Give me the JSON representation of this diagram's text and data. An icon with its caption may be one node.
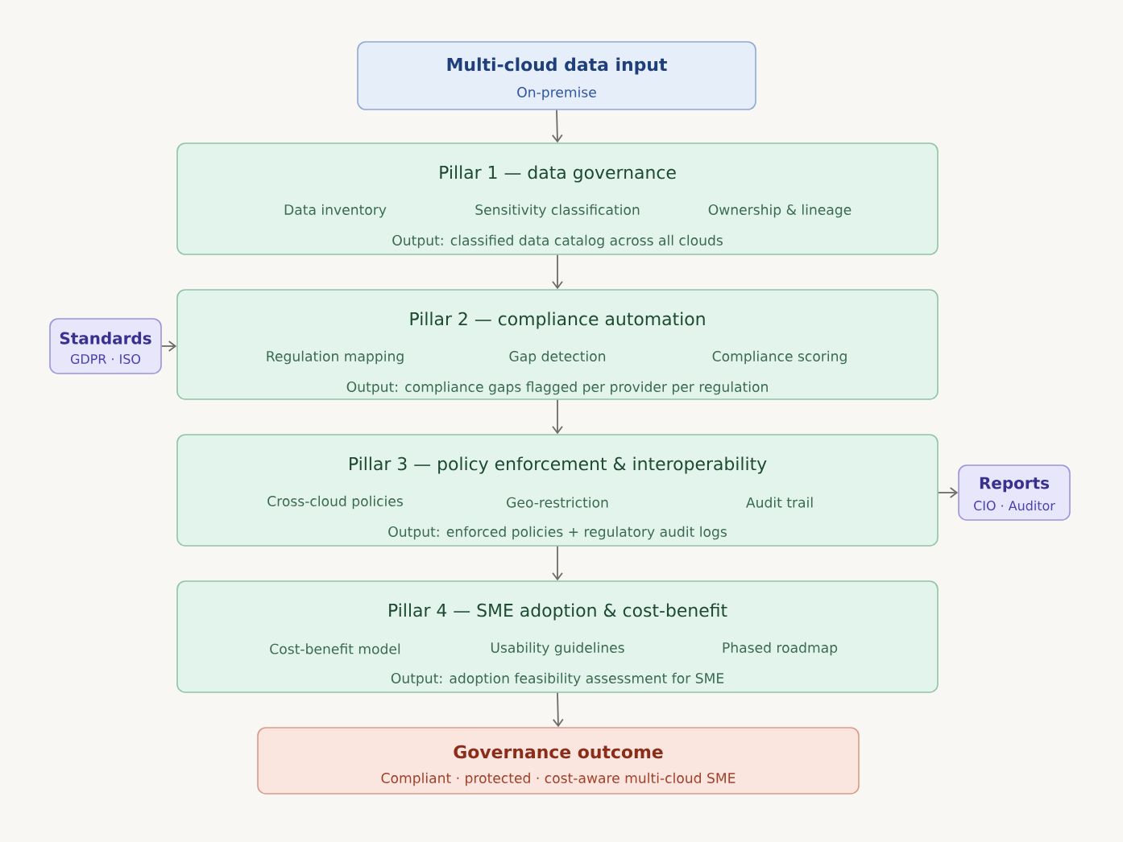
{
  "diagram": {
    "nodes": [
      {
        "text": [
          "Multi-cloud data input",
          "On-premise"
        ]
      },
      {
        "text": [
          "Pillar 1 — data governance",
          "Data inventory",
          "Sensitivity classification",
          "Ownership & lineage",
          "Output: classified data catalog across all clouds"
        ]
      },
      {
        "text": [
          "Pillar 2 — compliance automation",
          "Regulation mapping",
          "Gap detection",
          "Compliance scoring",
          "Output: compliance gaps flagged per provider per regulation"
        ]
      },
      {
        "text": [
          "Pillar 3 — policy enforcement & interoperability",
          "Cross-cloud policies",
          "Geo-restriction",
          "Audit trail",
          "Output: enforced policies + regulatory audit logs"
        ]
      },
      {
        "text": [
          "Pillar 4 — SME adoption & cost-benefit",
          "Cost-benefit model",
          "Usability guidelines",
          "Phased roadmap",
          "Output: adoption feasibility assessment for SME"
        ]
      },
      {
        "text": [
          "Governance outcome",
          "Compliant · protected · cost-aware multi-cloud SME"
        ]
      },
      {
        "text": [
          "Standards",
          "GDPR · ISO"
        ]
      },
      {
        "text": [
          "Reports",
          "CIO · Auditor"
        ]
      }
    ],
    "edges": [
      {
        "from": 0,
        "to": 1,
        "arrow": "to"
      },
      {
        "from": 1,
        "to": 2,
        "arrow": "to"
      },
      {
        "from": 2,
        "to": 3,
        "arrow": "to"
      },
      {
        "from": 3,
        "to": 4,
        "arrow": "to"
      },
      {
        "from": 4,
        "to": 5,
        "arrow": "to"
      },
      {
        "from": 6,
        "to": 2,
        "arrow": "to"
      },
      {
        "from": 3,
        "to": 7,
        "arrow": "to"
      }
    ]
  }
}
